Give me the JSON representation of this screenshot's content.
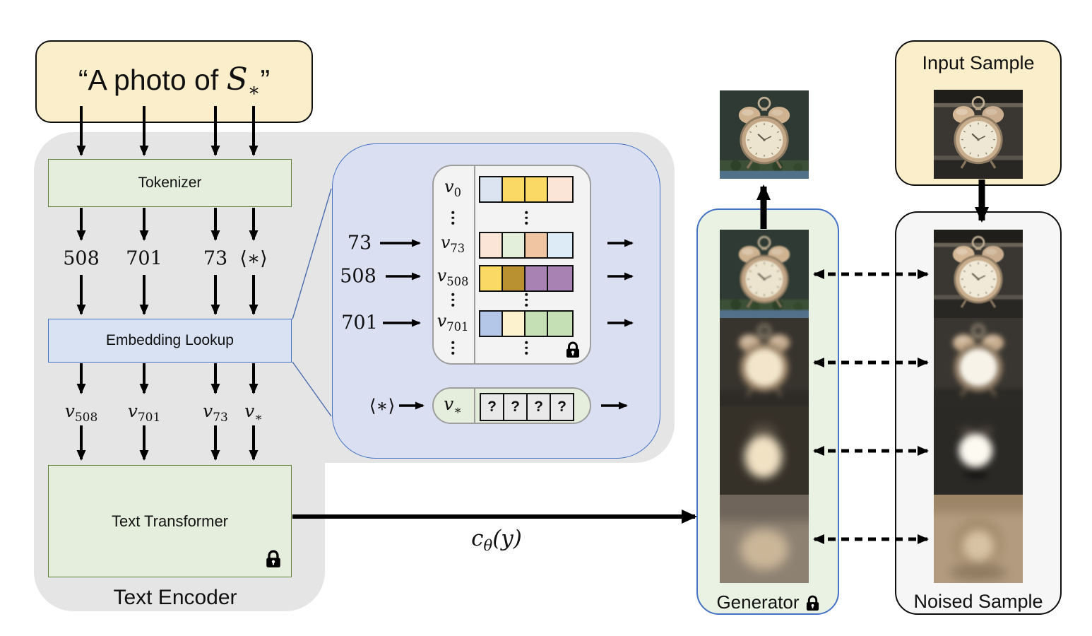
{
  "prompt_box": {
    "prefix": "“A photo of ",
    "symbol": "S",
    "symbol_sub": "∗",
    "suffix": "”"
  },
  "text_encoder": {
    "label": "Text Encoder",
    "tokenizer_label": "Tokenizer",
    "embedding_lookup_label": "Embedding Lookup",
    "text_transformer_label": "Text Transformer",
    "tokens": [
      "508",
      "701",
      "73",
      "⟨∗⟩"
    ],
    "embedding_vars": [
      {
        "base": "v",
        "sub": "508"
      },
      {
        "base": "v",
        "sub": "701"
      },
      {
        "base": "v",
        "sub": "73"
      },
      {
        "base": "v",
        "sub": "∗"
      }
    ]
  },
  "embedding_detail": {
    "input_tokens": [
      "73",
      "508",
      "701"
    ],
    "table_rows": [
      {
        "var": {
          "base": "v",
          "sub": "0"
        },
        "cells": [
          "#dde4f1",
          "#fad964",
          "#fad964",
          "#fbe5d6"
        ]
      },
      {
        "var": {
          "base": "v",
          "sub": "73"
        },
        "cells": [
          "#fbe5d6",
          "#e3efda",
          "#f0c5a1",
          "#dcebf6"
        ]
      },
      {
        "var": {
          "base": "v",
          "sub": "508"
        },
        "cells": [
          "#fad964",
          "#ba9130",
          "#a982b4",
          "#a982b4"
        ]
      },
      {
        "var": {
          "base": "v",
          "sub": "701"
        },
        "cells": [
          "#b5c7e8",
          "#fcf2cd",
          "#c6e0b5",
          "#c6e0b5"
        ]
      }
    ],
    "star_input": "⟨∗⟩",
    "star_var": {
      "base": "v",
      "sub": "∗"
    },
    "star_cells": [
      "?",
      "?",
      "?",
      "?"
    ]
  },
  "conditioning": {
    "base": "c",
    "sub": "θ",
    "rest": "(y)"
  },
  "generator": {
    "label": "Generator"
  },
  "input_sample": {
    "label": "Input Sample"
  },
  "noised_sample": {
    "label": "Noised Sample"
  },
  "colors": {
    "accent_blue": "#4472c4",
    "green_fill": "#e5eedd",
    "green_border": "#5f8139",
    "yellow_fill": "#fbeecb",
    "blue_fill": "#d8e2f2",
    "panel_fill": "#dae0f2",
    "gray_region": "#e5e5e5"
  }
}
